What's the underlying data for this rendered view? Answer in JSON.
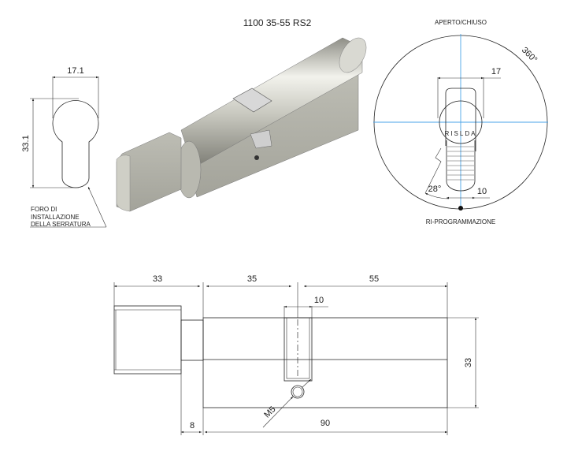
{
  "title": "1100 35-55 RS2",
  "keyhole_view": {
    "width_label": "17.1",
    "height_label": "33.1",
    "note_lines": [
      "FORO DI",
      "INSTALLAZIONE",
      "DELLA SERRATURA"
    ]
  },
  "end_view": {
    "top_label": "APERTO/CHIUSO",
    "bottom_label": "RI-PROGRAMMAZIONE",
    "rotation_label": "360°",
    "width_label": "17",
    "cam_width_label": "10",
    "angle_label": "28°",
    "cam_letters": "RISLDA"
  },
  "side_view": {
    "knob_length": "33",
    "inner_length": "35",
    "outer_length": "55",
    "cam_width": "10",
    "height": "33",
    "neck_length": "8",
    "total_length": "90",
    "screw_label": "M5"
  },
  "colors": {
    "centerline": "#4aa3e8",
    "line": "#222222",
    "metal": "#c9c9c0"
  }
}
